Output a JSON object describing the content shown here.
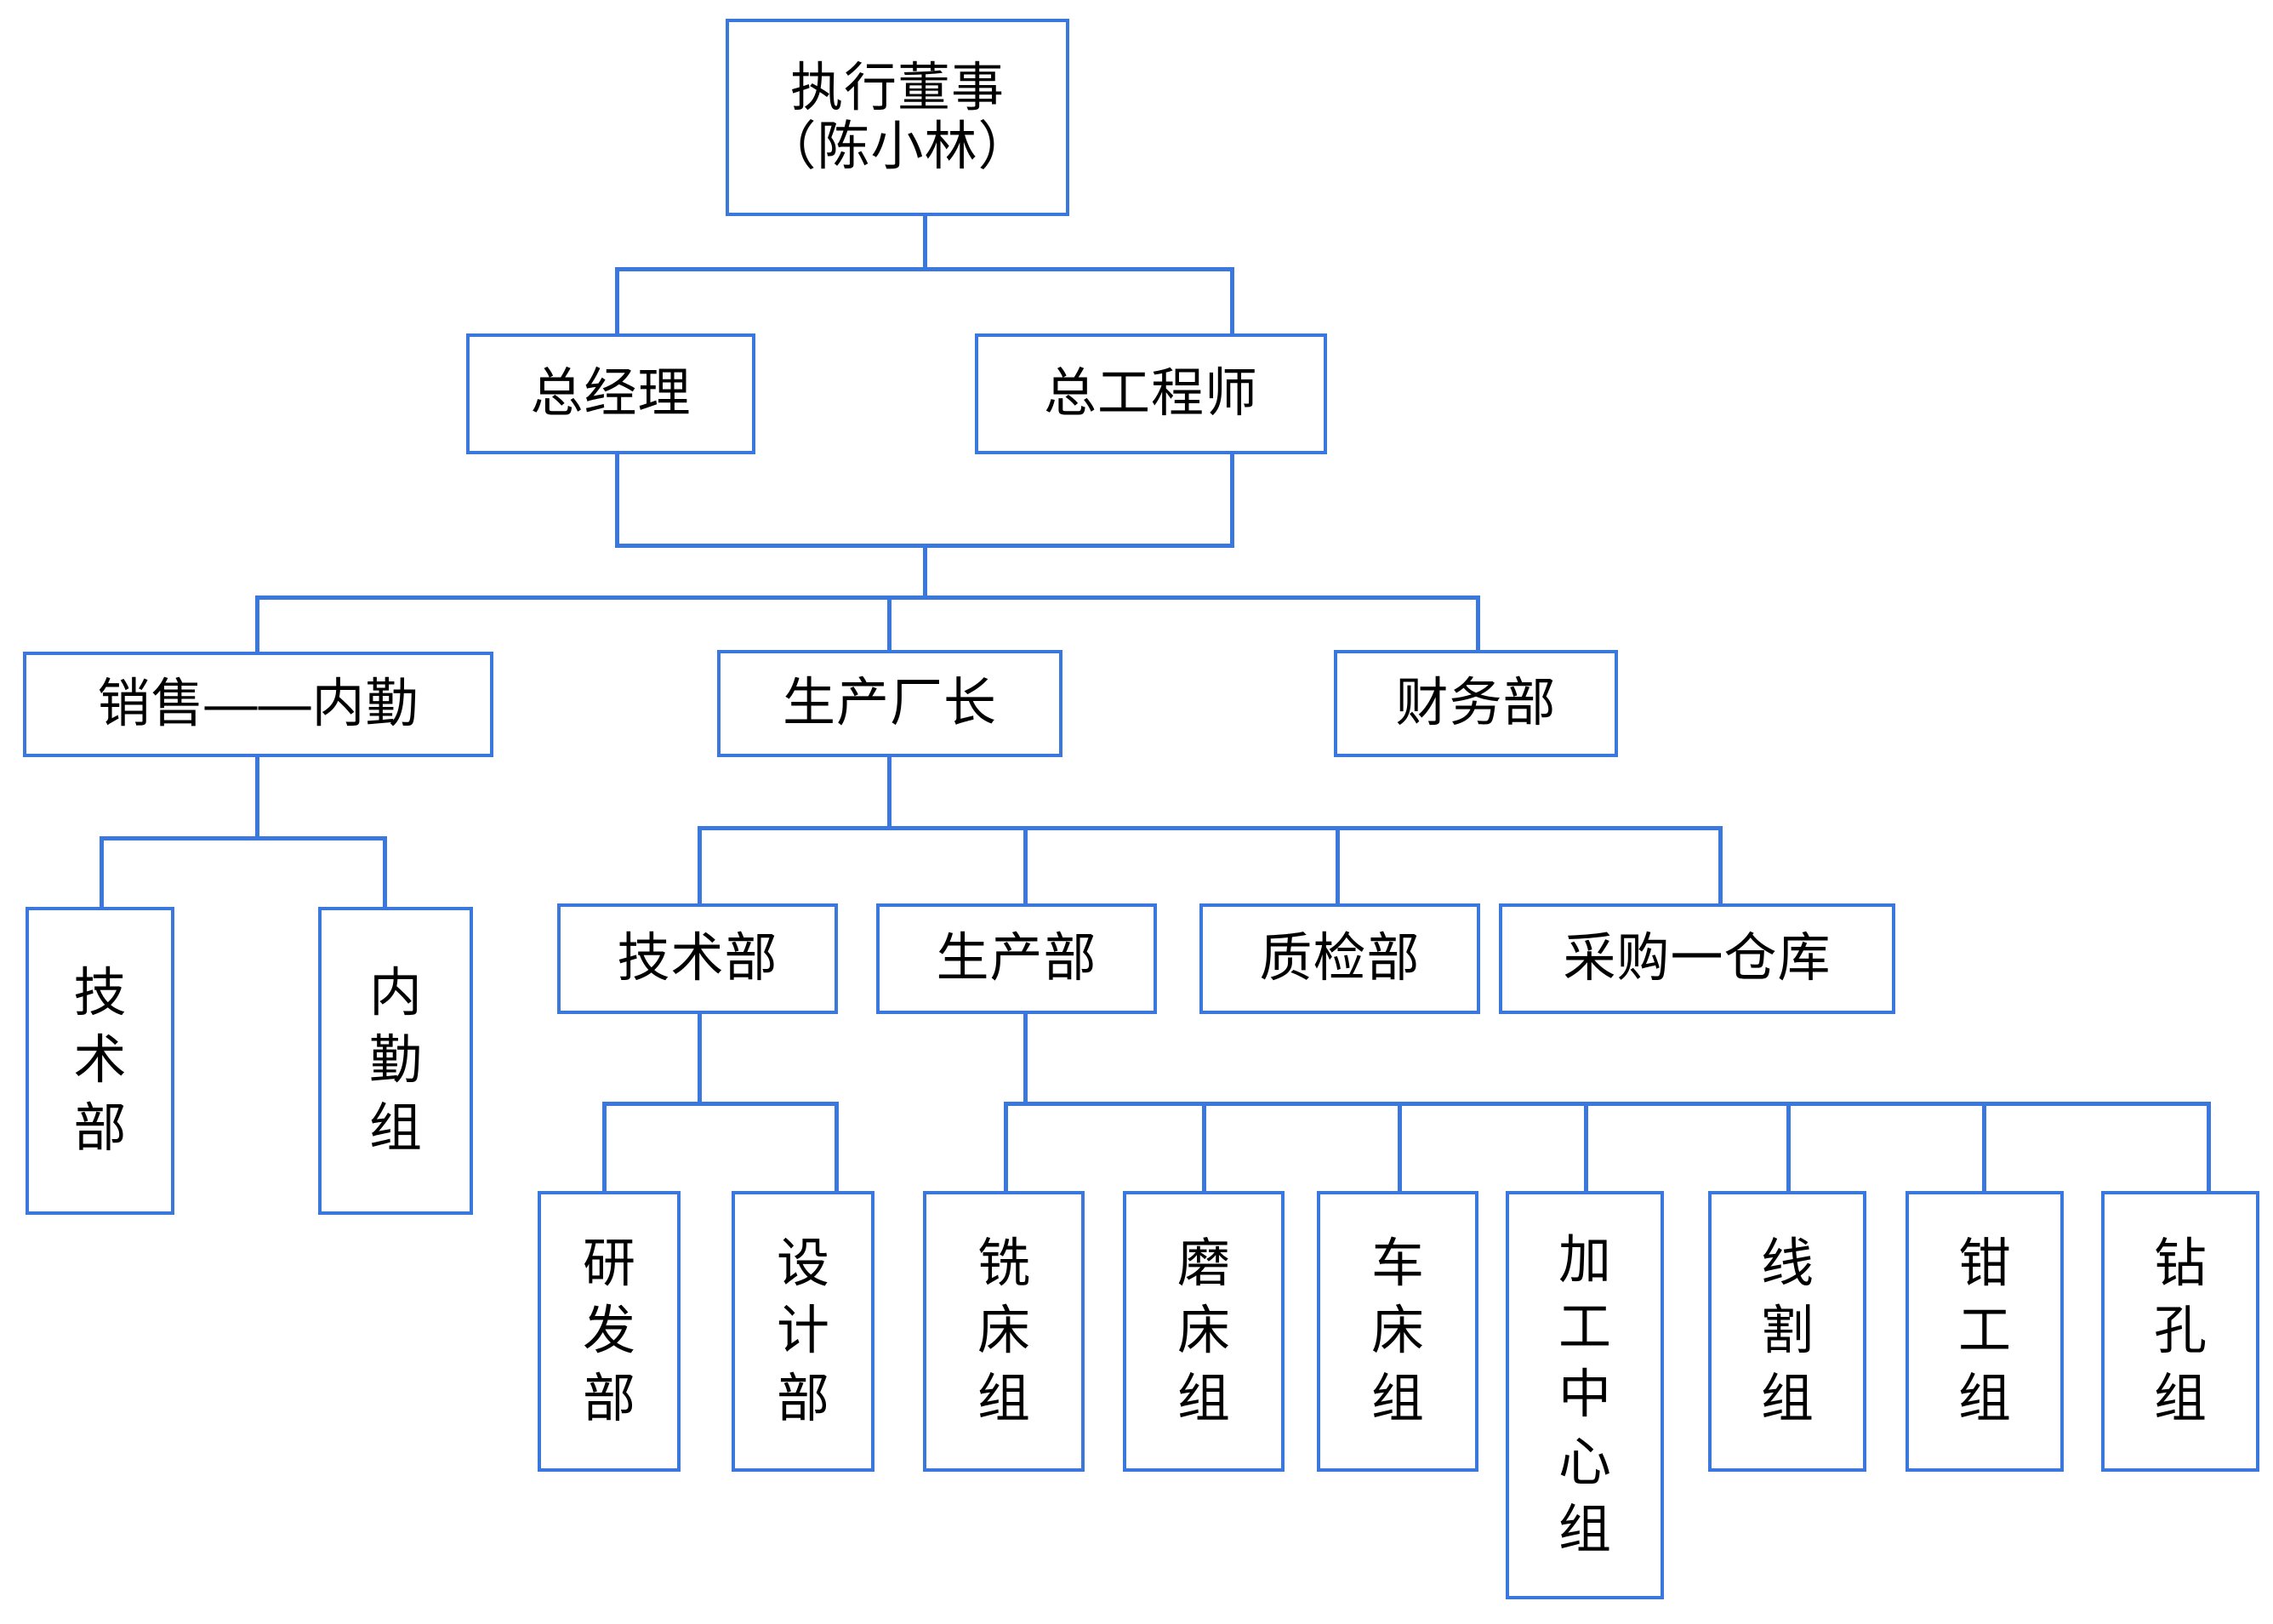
{
  "colors": {
    "box_border": "#3B78DE",
    "connector": "#3B78DE",
    "text": "#000000",
    "background": "#FFFFFF"
  },
  "chart_data": {
    "type": "diagram",
    "title": "",
    "diagram_kind": "organizational-chart",
    "orientation": "top-down",
    "nodes": [
      {
        "id": "exec_director",
        "label": "执行董事\n（陈小林）",
        "level": 0,
        "text_orientation": "horizontal"
      },
      {
        "id": "gm",
        "label": "总经理",
        "level": 1,
        "text_orientation": "horizontal"
      },
      {
        "id": "chief_engineer",
        "label": "总工程师",
        "level": 1,
        "text_orientation": "horizontal"
      },
      {
        "id": "sales_inner",
        "label": "销售——内勤",
        "level": 2,
        "text_orientation": "horizontal"
      },
      {
        "id": "prod_director",
        "label": "生产厂长",
        "level": 2,
        "text_orientation": "horizontal"
      },
      {
        "id": "finance_dept",
        "label": "财务部",
        "level": 2,
        "text_orientation": "horizontal"
      },
      {
        "id": "sales_tech",
        "label": "技\n术\n部",
        "level": 3,
        "text_orientation": "vertical"
      },
      {
        "id": "inner_group",
        "label": "内\n勤\n组",
        "level": 3,
        "text_orientation": "vertical"
      },
      {
        "id": "tech_dept",
        "label": "技术部",
        "level": 3,
        "text_orientation": "horizontal"
      },
      {
        "id": "prod_dept",
        "label": "生产部",
        "level": 3,
        "text_orientation": "horizontal"
      },
      {
        "id": "qc_dept",
        "label": "质检部",
        "level": 3,
        "text_orientation": "horizontal"
      },
      {
        "id": "purchase_wh",
        "label": "采购一仓库",
        "level": 3,
        "text_orientation": "horizontal"
      },
      {
        "id": "rd_dept",
        "label": "研\n发\n部",
        "level": 4,
        "text_orientation": "vertical"
      },
      {
        "id": "design_dept",
        "label": "设\n计\n部",
        "level": 4,
        "text_orientation": "vertical"
      },
      {
        "id": "milling_group",
        "label": "铣\n床\n组",
        "level": 4,
        "text_orientation": "vertical"
      },
      {
        "id": "grinding_group",
        "label": "磨\n床\n组",
        "level": 4,
        "text_orientation": "vertical"
      },
      {
        "id": "lathe_group",
        "label": "车\n床\n组",
        "level": 4,
        "text_orientation": "vertical"
      },
      {
        "id": "machining_ctr",
        "label": "加\n工\n中\n心\n组",
        "level": 4,
        "text_orientation": "vertical"
      },
      {
        "id": "wirecut_group",
        "label": "线\n割\n组",
        "level": 4,
        "text_orientation": "vertical"
      },
      {
        "id": "fitter_group",
        "label": "钳\n工\n组",
        "level": 4,
        "text_orientation": "vertical"
      },
      {
        "id": "drilling_group",
        "label": "钻\n孔\n组",
        "level": 4,
        "text_orientation": "vertical"
      }
    ],
    "edges": [
      {
        "from": "exec_director",
        "to": "gm"
      },
      {
        "from": "exec_director",
        "to": "chief_engineer"
      },
      {
        "from": "gm",
        "to": "sales_inner"
      },
      {
        "from": "gm",
        "to": "prod_director"
      },
      {
        "from": "gm",
        "to": "finance_dept"
      },
      {
        "from": "chief_engineer",
        "to": "sales_inner"
      },
      {
        "from": "chief_engineer",
        "to": "prod_director"
      },
      {
        "from": "chief_engineer",
        "to": "finance_dept"
      },
      {
        "from": "sales_inner",
        "to": "sales_tech"
      },
      {
        "from": "sales_inner",
        "to": "inner_group"
      },
      {
        "from": "prod_director",
        "to": "tech_dept"
      },
      {
        "from": "prod_director",
        "to": "prod_dept"
      },
      {
        "from": "prod_director",
        "to": "qc_dept"
      },
      {
        "from": "prod_director",
        "to": "purchase_wh"
      },
      {
        "from": "tech_dept",
        "to": "rd_dept"
      },
      {
        "from": "tech_dept",
        "to": "design_dept"
      },
      {
        "from": "prod_dept",
        "to": "milling_group"
      },
      {
        "from": "prod_dept",
        "to": "grinding_group"
      },
      {
        "from": "prod_dept",
        "to": "lathe_group"
      },
      {
        "from": "prod_dept",
        "to": "machining_ctr"
      },
      {
        "from": "prod_dept",
        "to": "wirecut_group"
      },
      {
        "from": "prod_dept",
        "to": "fitter_group"
      },
      {
        "from": "prod_dept",
        "to": "drilling_group"
      }
    ]
  },
  "nodes": {
    "exec_director": {
      "label": "执行董事\n（陈小林）"
    },
    "gm": {
      "label": "总经理"
    },
    "chief_engineer": {
      "label": "总工程师"
    },
    "sales_inner": {
      "label": "销售——内勤"
    },
    "prod_director": {
      "label": "生产厂长"
    },
    "finance_dept": {
      "label": "财务部"
    },
    "sales_tech": {
      "label": "技\n术\n部"
    },
    "inner_group": {
      "label": "内\n勤\n组"
    },
    "tech_dept": {
      "label": "技术部"
    },
    "prod_dept": {
      "label": "生产部"
    },
    "qc_dept": {
      "label": "质检部"
    },
    "purchase_wh": {
      "label": "采购一仓库"
    },
    "rd_dept": {
      "label": "研\n发\n部"
    },
    "design_dept": {
      "label": "设\n计\n部"
    },
    "milling_group": {
      "label": "铣\n床\n组"
    },
    "grinding_group": {
      "label": "磨\n床\n组"
    },
    "lathe_group": {
      "label": "车\n床\n组"
    },
    "machining_ctr": {
      "label": "加\n工\n中\n心\n组"
    },
    "wirecut_group": {
      "label": "线\n割\n组"
    },
    "fitter_group": {
      "label": "钳\n工\n组"
    },
    "drilling_group": {
      "label": "钻\n孔\n组"
    }
  }
}
